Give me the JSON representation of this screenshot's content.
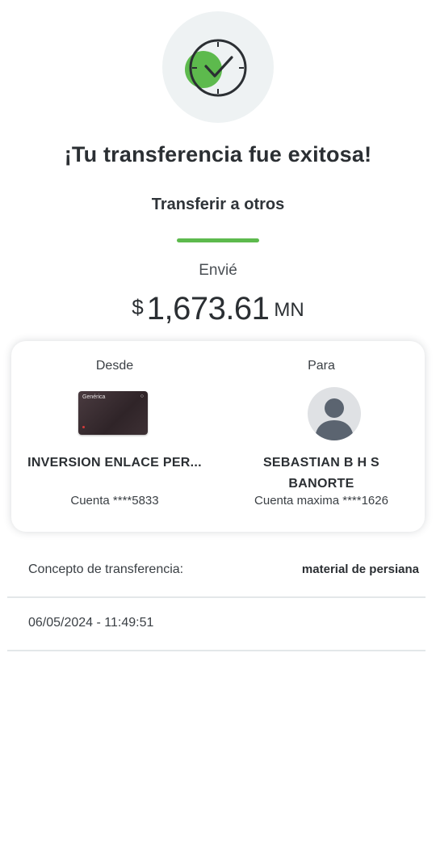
{
  "header": {
    "status_icon": "check-clock-icon",
    "title": "¡Tu transferencia fue exitosa!",
    "subtitle": "Transferir a otros"
  },
  "amount": {
    "label": "Envié",
    "currency_symbol": "$",
    "value": "1,673.61",
    "unit": "MN"
  },
  "transfer": {
    "from": {
      "label": "Desde",
      "card_name": "Genérica",
      "account_name": "INVERSION ENLACE PER...",
      "account_number": "Cuenta ****5833"
    },
    "to": {
      "label": "Para",
      "avatar_icon": "user-avatar-icon",
      "account_name": "SEBASTIAN B H S",
      "bank": "BANORTE",
      "account_number": "Cuenta maxima ****1626"
    }
  },
  "details": {
    "concept_label": "Concepto de transferencia:",
    "concept_value": "material de persiana",
    "datetime": "06/05/2024 - 11:49:51"
  },
  "colors": {
    "accent_green": "#5dba4d",
    "text_dark": "#2b2f33",
    "badge_bg": "#eef2f3"
  }
}
